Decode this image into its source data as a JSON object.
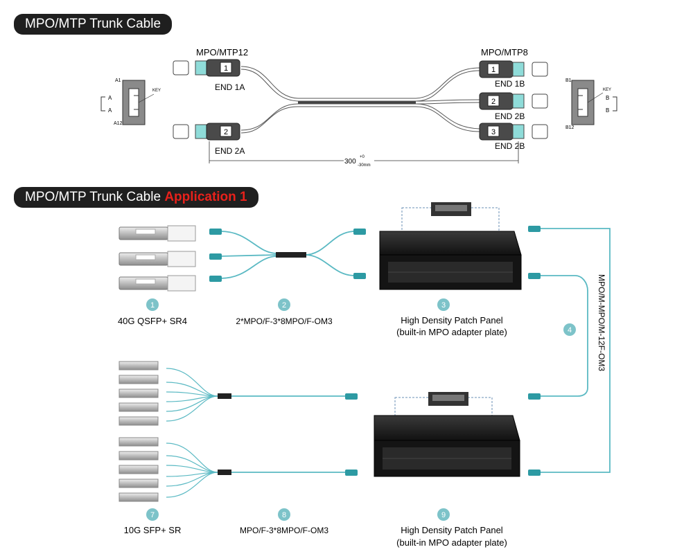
{
  "section1": {
    "title": "MPO/MTP Trunk Cable",
    "left_connector_label": "MPO/MTP12",
    "right_connector_label": "MPO/MTP8",
    "end_labels": [
      "END 1A",
      "END 2A",
      "END 1B",
      "END 2B",
      "END 2B"
    ],
    "connector_numbers": [
      "1",
      "2",
      "1",
      "2",
      "3"
    ],
    "length_label": "300",
    "length_tolerance_plus": "+0",
    "length_tolerance_minus": "-30mm",
    "left_face": {
      "pin_top": "A1",
      "pin_bottom": "A12",
      "key": "KEY",
      "dim_top": "A",
      "dim_bottom": "A"
    },
    "right_face": {
      "pin_top": "B1",
      "pin_bottom": "B12",
      "key": "KEY",
      "dim_top": "B",
      "dim_bottom": "B"
    }
  },
  "section2": {
    "title_prefix": "MPO/MTP Trunk Cable",
    "title_highlight": "Application 1",
    "highlight_color": "#e8211b",
    "items": [
      {
        "num": "1",
        "label": "40G QSFP+ SR4"
      },
      {
        "num": "2",
        "label": "2*MPO/F-3*8MPO/F-OM3"
      },
      {
        "num": "3",
        "label": "High Density Patch Panel",
        "sub": "(built-in MPO adapter plate)"
      },
      {
        "num": "4",
        "label": ""
      },
      {
        "num": "7",
        "label": "10G SFP+ SR"
      },
      {
        "num": "8",
        "label": "MPO/F-3*8MPO/F-OM3"
      },
      {
        "num": "9",
        "label": "High Density Patch Panel",
        "sub": "(built-in MPO adapter plate)"
      }
    ],
    "vertical_cable_label": "MPO/M-MPO/M-12F-OM3"
  },
  "colors": {
    "aqua": "#5ab9c3",
    "badge": "#7dc3c9",
    "panel": "#1c1c1c"
  }
}
